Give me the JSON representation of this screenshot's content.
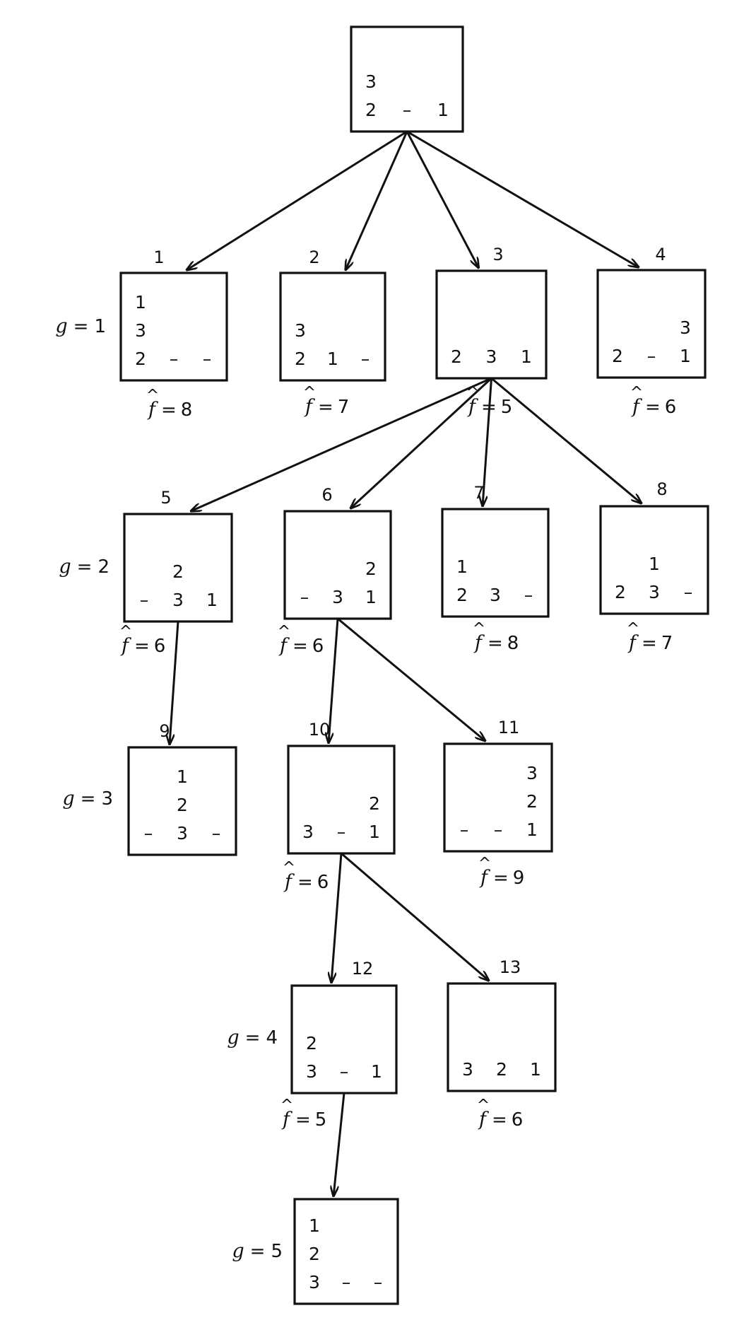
{
  "g_symbol": "g",
  "f_symbol": "f",
  "hat_symbol": "^",
  "equals_symbol": "=",
  "nodes": [
    {
      "id": "root",
      "number": "",
      "rows": [
        [
          "3",
          "",
          ""
        ],
        [
          "2",
          "–",
          "1"
        ]
      ]
    },
    {
      "id": "1",
      "number": "1",
      "rows": [
        [
          "1",
          "",
          ""
        ],
        [
          "3",
          "",
          ""
        ],
        [
          "2",
          "–",
          "–"
        ]
      ],
      "g": "1",
      "f_hat": "8"
    },
    {
      "id": "2",
      "number": "2",
      "rows": [
        [
          "3",
          "",
          ""
        ],
        [
          "2",
          "1",
          "–"
        ]
      ],
      "f_hat": "7"
    },
    {
      "id": "3",
      "number": "3",
      "rows": [
        [
          "2",
          "3",
          "1"
        ]
      ],
      "f_hat": "5"
    },
    {
      "id": "4",
      "number": "4",
      "rows": [
        [
          "",
          "",
          "3"
        ],
        [
          "2",
          "–",
          "1"
        ]
      ],
      "f_hat": "6"
    },
    {
      "id": "5",
      "number": "5",
      "rows": [
        [
          "",
          "2",
          ""
        ],
        [
          "–",
          "3",
          "1"
        ]
      ],
      "g": "2",
      "f_hat": "6"
    },
    {
      "id": "6",
      "number": "6",
      "rows": [
        [
          "",
          "",
          "2"
        ],
        [
          "–",
          "3",
          "1"
        ]
      ],
      "f_hat": "6"
    },
    {
      "id": "7",
      "number": "7",
      "rows": [
        [
          "1",
          "",
          ""
        ],
        [
          "2",
          "3",
          "–"
        ]
      ],
      "f_hat": "8"
    },
    {
      "id": "8",
      "number": "8",
      "rows": [
        [
          "",
          "1",
          ""
        ],
        [
          "2",
          "3",
          "–"
        ]
      ],
      "f_hat": "7"
    },
    {
      "id": "9",
      "number": "9",
      "rows": [
        [
          "",
          "1",
          ""
        ],
        [
          "",
          "2",
          ""
        ],
        [
          "–",
          "3",
          "–"
        ]
      ],
      "g": "3"
    },
    {
      "id": "10",
      "number": "10",
      "rows": [
        [
          "",
          "",
          "2"
        ],
        [
          "3",
          "–",
          "1"
        ]
      ],
      "f_hat": "6"
    },
    {
      "id": "11",
      "number": "11",
      "rows": [
        [
          "",
          "",
          "3"
        ],
        [
          "",
          "",
          "2"
        ],
        [
          "–",
          "–",
          "1"
        ]
      ],
      "f_hat": "9"
    },
    {
      "id": "12",
      "number": "12",
      "rows": [
        [
          "2",
          "",
          ""
        ],
        [
          "3",
          "–",
          "1"
        ]
      ],
      "g": "4",
      "f_hat": "5"
    },
    {
      "id": "13",
      "number": "13",
      "rows": [
        [
          "3",
          "2",
          "1"
        ]
      ],
      "f_hat": "6"
    },
    {
      "id": "14",
      "number": "",
      "rows": [
        [
          "1",
          "",
          ""
        ],
        [
          "2",
          "",
          ""
        ],
        [
          "3",
          "–",
          "–"
        ]
      ],
      "g": "5"
    }
  ],
  "edges": [
    [
      "root",
      "1"
    ],
    [
      "root",
      "2"
    ],
    [
      "root",
      "3"
    ],
    [
      "root",
      "4"
    ],
    [
      "3",
      "5"
    ],
    [
      "3",
      "6"
    ],
    [
      "3",
      "7"
    ],
    [
      "3",
      "8"
    ],
    [
      "5",
      "9"
    ],
    [
      "6",
      "10"
    ],
    [
      "6",
      "11"
    ],
    [
      "10",
      "12"
    ],
    [
      "10",
      "13"
    ],
    [
      "12",
      "14"
    ]
  ]
}
